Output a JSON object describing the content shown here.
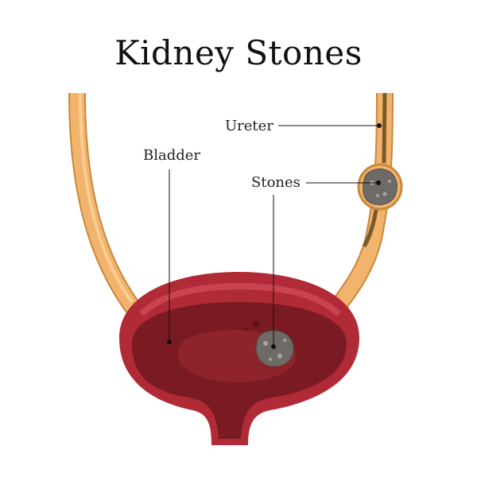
{
  "title": "Kidney Stones",
  "labels": {
    "ureter": "Ureter",
    "bladder": "Bladder",
    "stones": "Stones"
  },
  "colors": {
    "ureter_fill": "#f2b46c",
    "ureter_dark": "#c8883e",
    "ureter_lumen": "#7b5a2a",
    "bladder_outer": "#b02a37",
    "bladder_inner": "#7a1a22",
    "bladder_highlight": "#c94451",
    "stone_fill": "#6e6a66",
    "stone_spot": "#a8a39d",
    "leader_line": "#111111"
  }
}
